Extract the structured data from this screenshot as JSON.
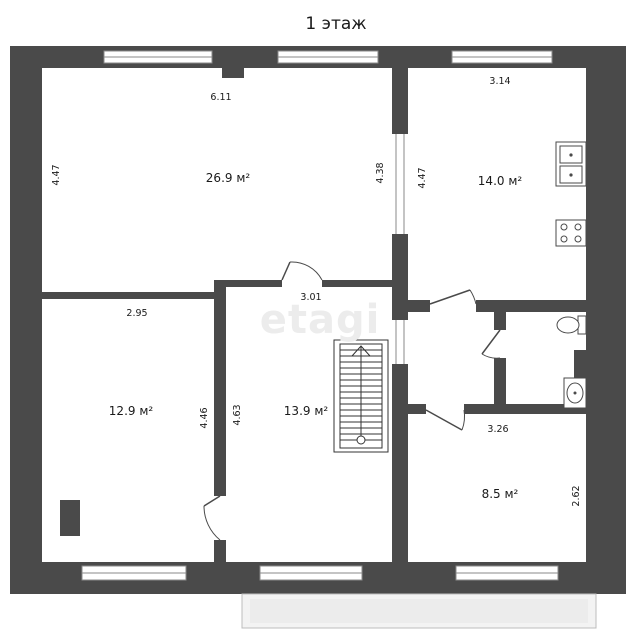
{
  "title": "1 этаж",
  "watermark": "etagi",
  "rooms": [
    {
      "id": "room-hall",
      "area": "26.9 м²",
      "width": "6.11",
      "height": "4.47",
      "height_right": "4.38"
    },
    {
      "id": "room-kitchen",
      "area": "14.0 м²",
      "width": "3.14",
      "height": "4.47"
    },
    {
      "id": "room-bedroom",
      "area": "12.9 м²",
      "width": "2.95",
      "height": "4.46"
    },
    {
      "id": "room-staircase",
      "area": "13.9 м²",
      "width": "3.01",
      "height": "4.63"
    },
    {
      "id": "room-small",
      "area": "8.5 м²",
      "width": "3.26",
      "height": "2.62"
    }
  ],
  "colors": {
    "wall": "#4a4a4a",
    "background": "#ffffff",
    "window": "#8a8a8a",
    "watermark": "#ececec"
  }
}
